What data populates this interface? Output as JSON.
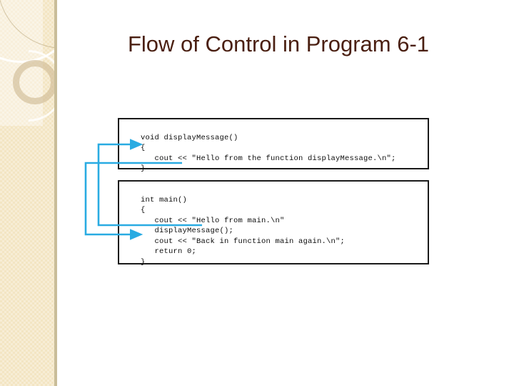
{
  "slide": {
    "title": "Flow of Control in Program 6-1",
    "title_color": "#4a1f11",
    "background_color": "#ffffff",
    "sidebar_color": "#f3e5c3",
    "sidebar_edge_color": "#c9bd99",
    "arrow_color": "#29abe2",
    "code_border_color": "#1a1a1a",
    "code_text_color": "#0d0d0d"
  },
  "code_boxes": [
    {
      "name": "displayMessage-function",
      "lines": [
        "void displayMessage()",
        "{",
        "   cout << \"Hello from the function displayMessage.\\n\";",
        "}"
      ],
      "text": "void displayMessage()\n{\n   cout << \"Hello from the function displayMessage.\\n\";\n}"
    },
    {
      "name": "main-function",
      "lines": [
        "int main()",
        "{",
        "   cout << \"Hello from main.\\n\"",
        "   displayMessage();",
        "   cout << \"Back in function main again.\\n\";",
        "   return 0;",
        "}"
      ],
      "text": "int main()\n{\n   cout << \"Hello from main.\\n\"\n   displayMessage();\n   cout << \"Back in function main again.\\n\";\n   return 0;\n}"
    }
  ],
  "flow_arrows": [
    {
      "name": "call-arrow",
      "from": "main: displayMessage();",
      "to": "displayMessage function body",
      "color": "#29abe2"
    },
    {
      "name": "return-arrow",
      "from": "displayMessage: closing brace",
      "to": "main: cout << \"Back in function main again.\\n\";",
      "color": "#29abe2"
    }
  ]
}
